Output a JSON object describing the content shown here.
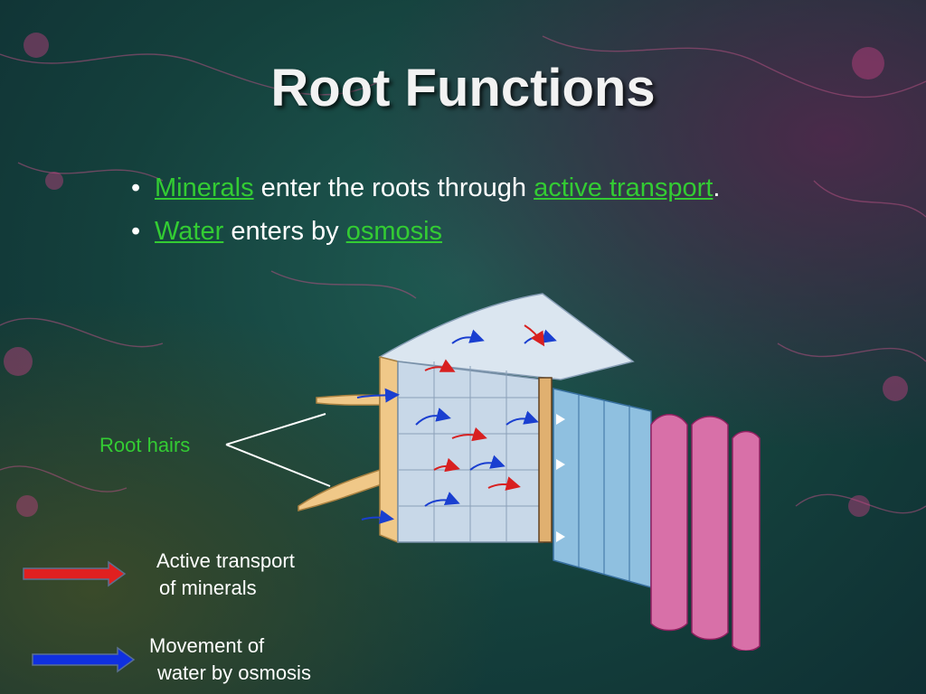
{
  "slide": {
    "title": "Root Functions",
    "bullets": [
      {
        "pre": "",
        "term1": "Minerals",
        "mid": " enter the roots through ",
        "term2": "active transport",
        "post": "."
      },
      {
        "pre": "",
        "term1": "Water",
        "mid": " enters by ",
        "term2": "osmosis",
        "post": ""
      }
    ]
  },
  "diagram": {
    "root_hairs_label": "Root hairs"
  },
  "legend": {
    "active": {
      "line1": "Active transport",
      "line2": "of minerals",
      "color": "#e02020"
    },
    "osmosis": {
      "line1": "Movement of",
      "line2": "water by osmosis",
      "color": "#1030e0"
    }
  },
  "colors": {
    "highlight": "#33cc33",
    "epidermis": "#f0c888",
    "cortex": "#c8d8e8",
    "xylem": "#8fc0e0",
    "phloem": "#d870a8"
  }
}
